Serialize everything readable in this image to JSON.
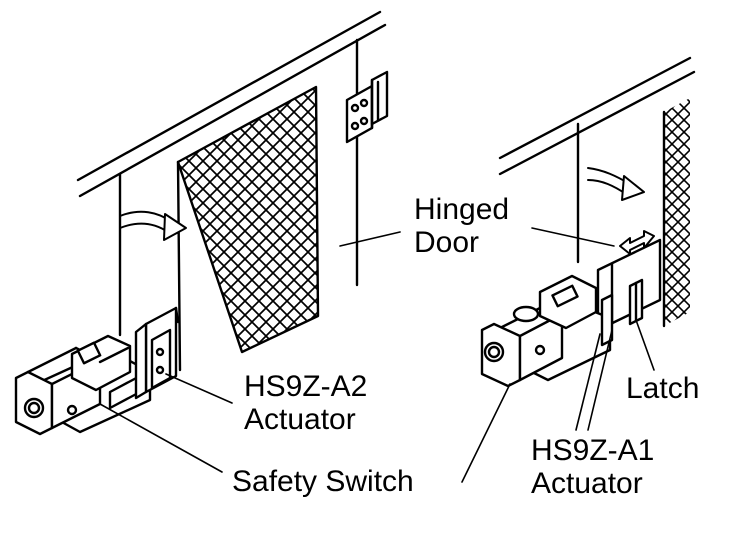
{
  "labels": {
    "hinged_door": [
      "Hinged",
      "Door"
    ],
    "hs9z_a2_actuator": [
      "HS9Z-A2",
      "Actuator"
    ],
    "safety_switch": "Safety Switch",
    "latch": "Latch",
    "hs9z_a1_actuator": [
      "HS9Z-A1",
      "Actuator"
    ]
  },
  "colors": {
    "ink": "#000000",
    "background": "#ffffff"
  },
  "icons": [
    "hinge-icon",
    "door-swing-arrow-icon",
    "latch-slide-arrow-icon"
  ]
}
